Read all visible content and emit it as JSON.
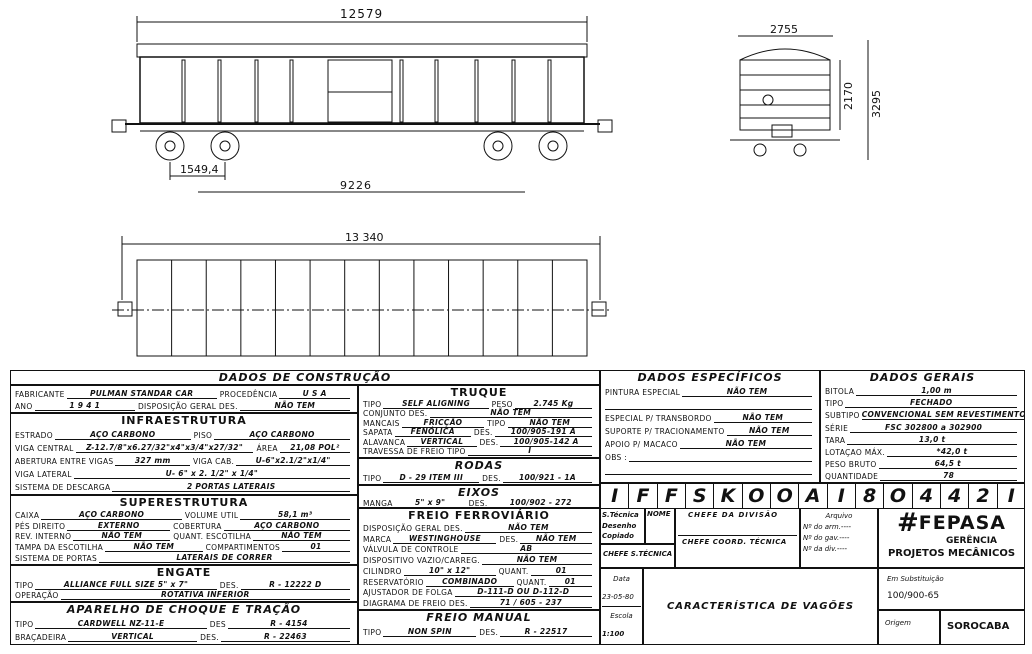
{
  "drawing": {
    "side_length": "12579",
    "bogie_wheelbase": "1549,4",
    "bogie_centers": "9226",
    "end_width": "2755",
    "end_height_body": "2170",
    "end_height_total": "3295",
    "plan_length": "13 340"
  },
  "construcao": {
    "title": "DADOS DE CONSTRUÇÃO",
    "general": [
      [
        [
          "FABRICANTE",
          "PULMAN STANDAR CAR"
        ],
        [
          "PROCEDÊNCIA",
          "U S A"
        ]
      ],
      [
        [
          "ANO",
          "1 9 4 1"
        ],
        [
          "DISPOSIÇÃO GERAL DES.",
          "NÃO TEM"
        ]
      ]
    ],
    "infra": {
      "title": "INFRAESTRUTURA",
      "rows": [
        [
          [
            "ESTRADO",
            "AÇO CARBONO"
          ],
          [
            "PISO",
            "AÇO CARBONO"
          ]
        ],
        [
          [
            "VIGA CENTRAL",
            "Z-12.7/8\"x6.27/32\"x4\"x3/4\"x27/32\""
          ],
          [
            "ÁREA",
            "21,08 POL²"
          ]
        ],
        [
          [
            "ABERTURA ENTRE VIGAS",
            "327 mm"
          ],
          [
            "VIGA CAB.",
            "U-6\"x2.1/2\"x1/4\""
          ]
        ],
        [
          [
            "VIGA LATERAL",
            "U- 6\" x 2. 1/2\" x 1/4\""
          ]
        ],
        [
          [
            "SISTEMA DE DESCARGA",
            "2 PORTAS LATERAIS"
          ]
        ]
      ]
    },
    "super": {
      "title": "SUPERESTRUTURA",
      "rows": [
        [
          [
            "CAIXA",
            "AÇO CARBONO"
          ],
          [
            "VOLUME UTIL",
            "58,1 m³"
          ]
        ],
        [
          [
            "PÉS DIREITO",
            "EXTERNO"
          ],
          [
            "COBERTURA",
            "AÇO CARBONO"
          ]
        ],
        [
          [
            "REV. INTERNO",
            "NÃO TEM"
          ],
          [
            "QUANT. ESCOTILHA",
            "NÃO TEM"
          ]
        ],
        [
          [
            "TAMPA DA ESCOTILHA",
            "NÃO TEM"
          ],
          [
            "COMPARTIMENTOS",
            "01"
          ]
        ],
        [
          [
            "SISTEMA DE PORTAS",
            "LATERAIS DE CORRER"
          ]
        ]
      ]
    },
    "engate": {
      "title": "ENGATE",
      "rows": [
        [
          [
            "TIPO",
            "ALLIANCE FULL SIZE 5\" x 7\""
          ],
          [
            "DES.",
            "R - 12222 D"
          ]
        ],
        [
          [
            "OPERAÇÃO",
            "ROTATIVA INFERIOR"
          ]
        ]
      ]
    },
    "aparelho": {
      "title": "APARELHO DE CHOQUE E TRAÇÃO",
      "rows": [
        [
          [
            "TIPO",
            "CARDWELL NZ-11-E"
          ],
          [
            "DES",
            "R - 4154"
          ]
        ],
        [
          [
            "BRAÇADEIRA",
            "VERTICAL"
          ],
          [
            "DES.",
            "R - 22463"
          ]
        ]
      ]
    }
  },
  "truque": {
    "title": "TRUQUE",
    "rows": [
      [
        [
          "TIPO",
          "SELF ALIGNING"
        ],
        [
          "PESO",
          "2.745 Kg"
        ]
      ],
      [
        [
          "CONJUNTO DES.",
          "NÃO TEM"
        ]
      ],
      [
        [
          "MANCAIS",
          "FRICÇÃO"
        ],
        [
          "TIPO",
          "NÃO TEM"
        ]
      ],
      [
        [
          "SAPATA",
          "FENÓLICA"
        ],
        [
          "DES.",
          "100/905-191 A"
        ]
      ],
      [
        [
          "ALAVANCA",
          "VERTICAL"
        ],
        [
          "DES.",
          "100/905-142 A"
        ]
      ],
      [
        [
          "TRAVESSA DE FREIO TIPO",
          "I"
        ]
      ]
    ]
  },
  "rodas": {
    "title": "RODAS",
    "rows": [
      [
        [
          "TIPO",
          "D - 29 ITEM III"
        ],
        [
          "DES.",
          "100/921 - 1A"
        ]
      ]
    ]
  },
  "eixos": {
    "title": "EIXOS",
    "rows": [
      [
        [
          "MANGA",
          "5\" x 9\""
        ],
        [
          "DES.",
          "100/902 - 272"
        ]
      ]
    ]
  },
  "freio": {
    "title": "FREIO FERROVIÁRIO",
    "rows": [
      [
        [
          "DISPOSIÇÃO GERAL DES.",
          "NÃO TEM"
        ]
      ],
      [
        [
          "MARCA",
          "WESTINGHOUSE"
        ],
        [
          "DES.",
          "NÃO TEM"
        ]
      ],
      [
        [
          "VÁLVULA DE CONTROLE",
          "AB"
        ]
      ],
      [
        [
          "DISPOSITIVO VAZIO/CARREG.",
          "NÃO TEM"
        ]
      ],
      [
        [
          "CILINDRO",
          "10\" x 12\""
        ],
        [
          "QUANT.",
          "01"
        ]
      ],
      [
        [
          "RESERVATÓRIO",
          "COMBINADO"
        ],
        [
          "QUANT.",
          "01"
        ]
      ],
      [
        [
          "AJUSTADOR DE FOLGA",
          "D-111-D OU D-112-D"
        ]
      ],
      [
        [
          "DIAGRAMA DE FREIO DES.",
          "71 / 605 - 237"
        ]
      ]
    ]
  },
  "freio_manual": {
    "title": "FREIO MANUAL",
    "rows": [
      [
        [
          "TIPO",
          "NON SPIN"
        ],
        [
          "DES.",
          "R - 22517"
        ]
      ]
    ]
  },
  "especificos": {
    "title": "DADOS ESPECÍFICOS",
    "rows": [
      [
        [
          "PINTURA ESPECIAL",
          "NÃO TEM"
        ]
      ],
      [
        [
          "",
          ""
        ]
      ],
      [
        [
          "ESPECIAL P/ TRANSBORDO",
          "NÃO TEM"
        ]
      ],
      [
        [
          "SUPORTE P/ TRACIONAMENTO",
          "NÃO TEM"
        ]
      ],
      [
        [
          "APOIO P/ MACACO",
          "NÃO TEM"
        ]
      ],
      [
        [
          "OBS :",
          ""
        ]
      ],
      [
        [
          "",
          ""
        ]
      ]
    ]
  },
  "gerais": {
    "title": "DADOS GERAIS",
    "rows": [
      [
        [
          "BITOLA",
          "1,00 m"
        ]
      ],
      [
        [
          "TIPO",
          "FECHADO"
        ]
      ],
      [
        [
          "SUBTIPO",
          "CONVENCIONAL SEM REVESTIMENTO"
        ]
      ],
      [
        [
          "SÉRIE",
          "FSC 302800 a 302900"
        ]
      ],
      [
        [
          "TARA",
          "13,0 t"
        ]
      ],
      [
        [
          "LOTAÇAO MÁX.",
          "*42,0 t"
        ]
      ],
      [
        [
          "PESO BRUTO",
          "64,5 t"
        ]
      ],
      [
        [
          "QUANTIDADE",
          "78"
        ]
      ]
    ]
  },
  "code": [
    "I",
    "F",
    "F",
    "S",
    "K",
    "O",
    "O",
    "A",
    "I",
    "8",
    "O",
    "4",
    "4",
    "2",
    "I"
  ],
  "title_block": {
    "s_tecnica": "S.Técnica",
    "nome": "NOME",
    "desenho": "Desenho",
    "copiado": "Copiado",
    "chefes": "CHEFE S.TÉCNICA",
    "chefe_divisao": "CHEFE DA DIVISÃO",
    "chefe_coord": "CHEFE COORD. TÉCNICA",
    "arquivo": "Arquivo",
    "arm": "Nº do arm.----",
    "gav": "Nº do gav.----",
    "div": "Nº da div.----",
    "company": "FEPASA",
    "gerencia": "GERÊNCIA",
    "dept": "PROJETOS MECÂNICOS",
    "data_label": "Data",
    "data": "23-05-80",
    "escala_label": "Escola",
    "escala": "1:100",
    "title": "CARACTERÍSTICA DE VAGÕES",
    "subst_label": "Em Substituição",
    "subst": "100/900-65",
    "origem_label": "Origem",
    "origem": "SOROCABA"
  }
}
